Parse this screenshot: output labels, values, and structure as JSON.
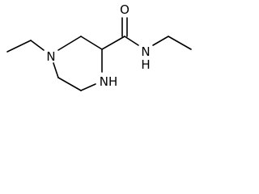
{
  "molecule": {
    "atoms": {
      "n_ring": "N",
      "nh_ring": "NH",
      "n_amide": "N",
      "h_amide": "H",
      "o_carbonyl": "O"
    }
  }
}
